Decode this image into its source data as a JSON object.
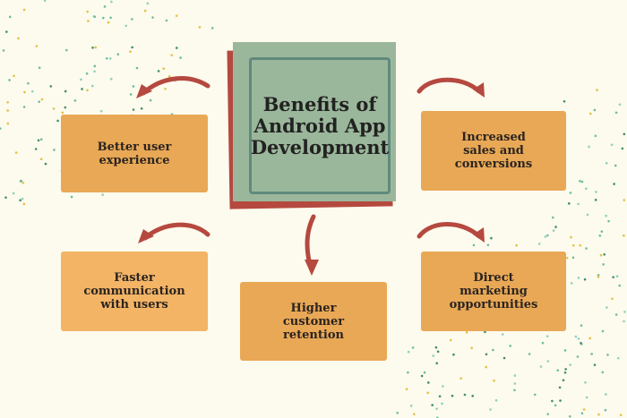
{
  "title": "Benefits of Android App Development",
  "benefits": [
    {
      "label": "Better user experience"
    },
    {
      "label": "Increased sales and conversions"
    },
    {
      "label": "Faster communication with users"
    },
    {
      "label": "Higher customer retention"
    },
    {
      "label": "Direct marketing opportunities"
    }
  ],
  "colors": {
    "background": "#fdfaee",
    "box": "#e9a856",
    "box_light": "#f3b465",
    "center": "#9bb79b",
    "accent": "#b5493f",
    "frame": "#5f8a7c"
  }
}
